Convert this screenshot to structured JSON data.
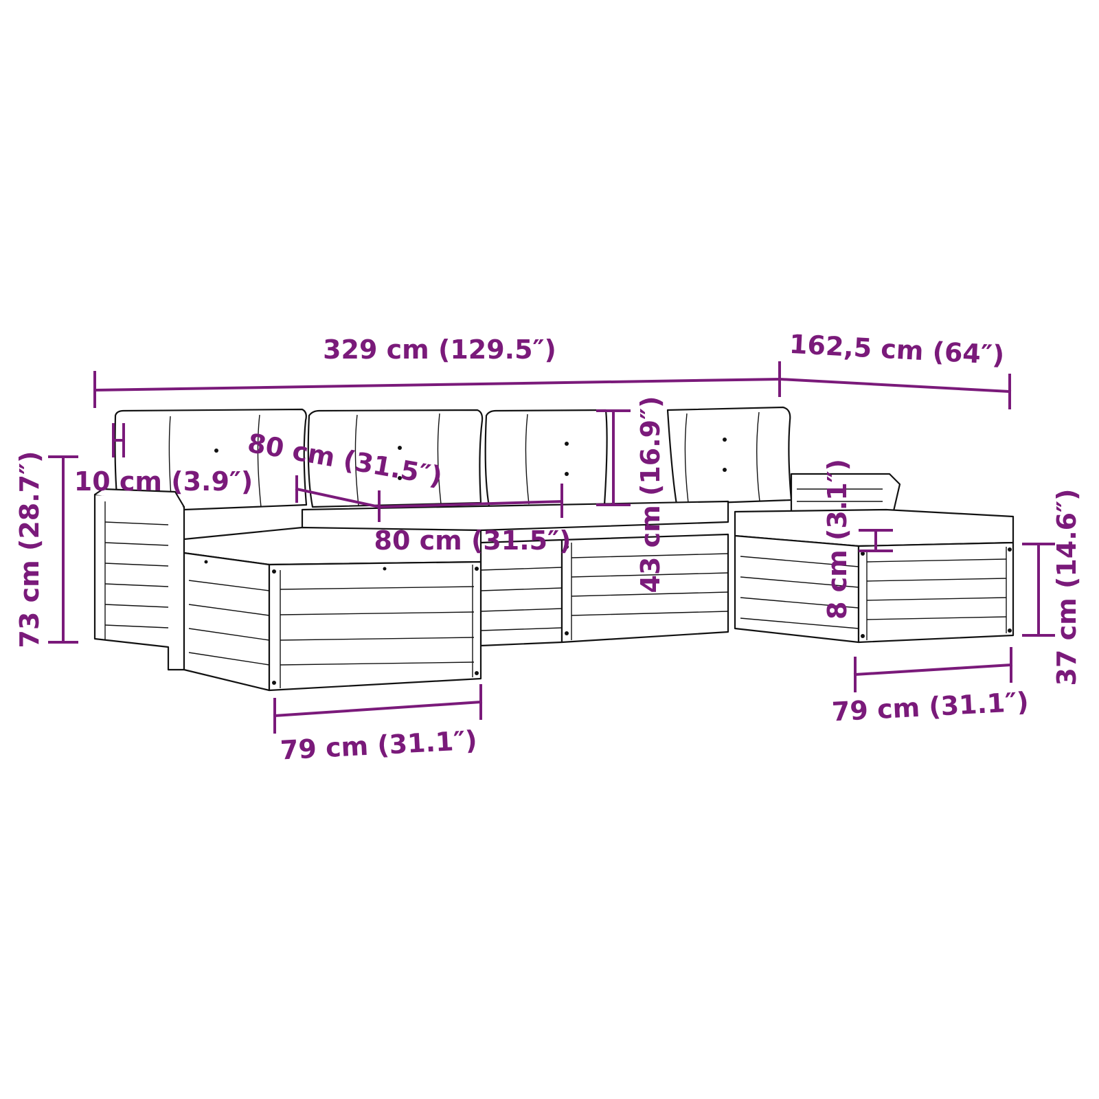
{
  "colors": {
    "dimension": "#7a1a7a",
    "outline": "#111111",
    "background": "#ffffff"
  },
  "dimensions": {
    "total_length": "329 cm (129.5″)",
    "total_depth": "162,5 cm (64″)",
    "armrest_width": "10 cm (3.9″)",
    "total_height": "73 cm (28.7″)",
    "module_depth": "80 cm (31.5″)",
    "module_width": "80 cm (31.5″)",
    "backrest_height": "43 cm (16.9″)",
    "cushion_thickness": "8 cm (3.1″)",
    "seat_height": "37 cm (14.6″)",
    "footstool_front_width": "79 cm (31.1″)",
    "footstool_right_width": "79 cm (31.1″)"
  }
}
